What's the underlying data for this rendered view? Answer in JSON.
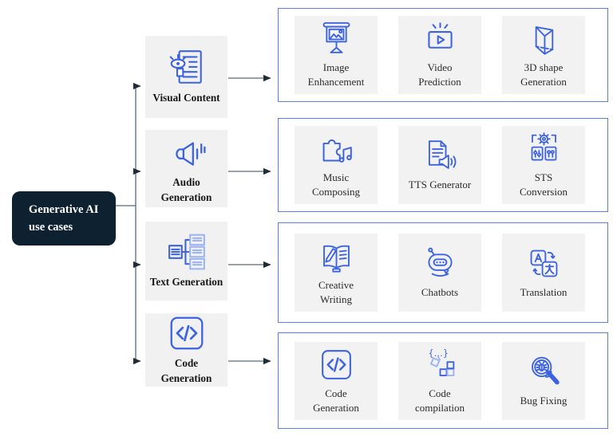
{
  "root_node": {
    "label": "Generative AI use cases",
    "bg_color": "#0e2130",
    "text_color": "#ffffff"
  },
  "colors": {
    "icon_primary": "#3d63e0",
    "icon_secondary": "#9db4f2",
    "group_border": "#5b7de8",
    "card_bg": "#f2f2f2",
    "mid_box_bg": "#f1f1f2",
    "connector_line": "#5a6a78",
    "arrowhead": "#1f2c38"
  },
  "categories": [
    {
      "label": "Visual Content",
      "icon": "visual-content",
      "items": [
        {
          "label": "Image Enhancement",
          "icon": "image-enhancement"
        },
        {
          "label": "Video Prediction",
          "icon": "video-prediction"
        },
        {
          "label": "3D shape Generation",
          "icon": "3d-shape-generation"
        }
      ]
    },
    {
      "label": "Audio Generation",
      "icon": "audio-generation",
      "items": [
        {
          "label": "Music Composing",
          "icon": "music-composing"
        },
        {
          "label": "TTS Generator",
          "icon": "tts-generator"
        },
        {
          "label": "STS Conversion",
          "icon": "sts-conversion"
        }
      ]
    },
    {
      "label": "Text Generation",
      "icon": "text-generation",
      "items": [
        {
          "label": "Creative Writing",
          "icon": "creative-writing"
        },
        {
          "label": "Chatbots",
          "icon": "chatbots"
        },
        {
          "label": "Translation",
          "icon": "translation"
        }
      ]
    },
    {
      "label": "Code Generation",
      "icon": "code-generation",
      "items": [
        {
          "label": "Code Generation",
          "icon": "code-generation"
        },
        {
          "label": "Code compilation",
          "icon": "code-compilation"
        },
        {
          "label": "Bug Fixing",
          "icon": "bug-fixing"
        }
      ]
    }
  ]
}
